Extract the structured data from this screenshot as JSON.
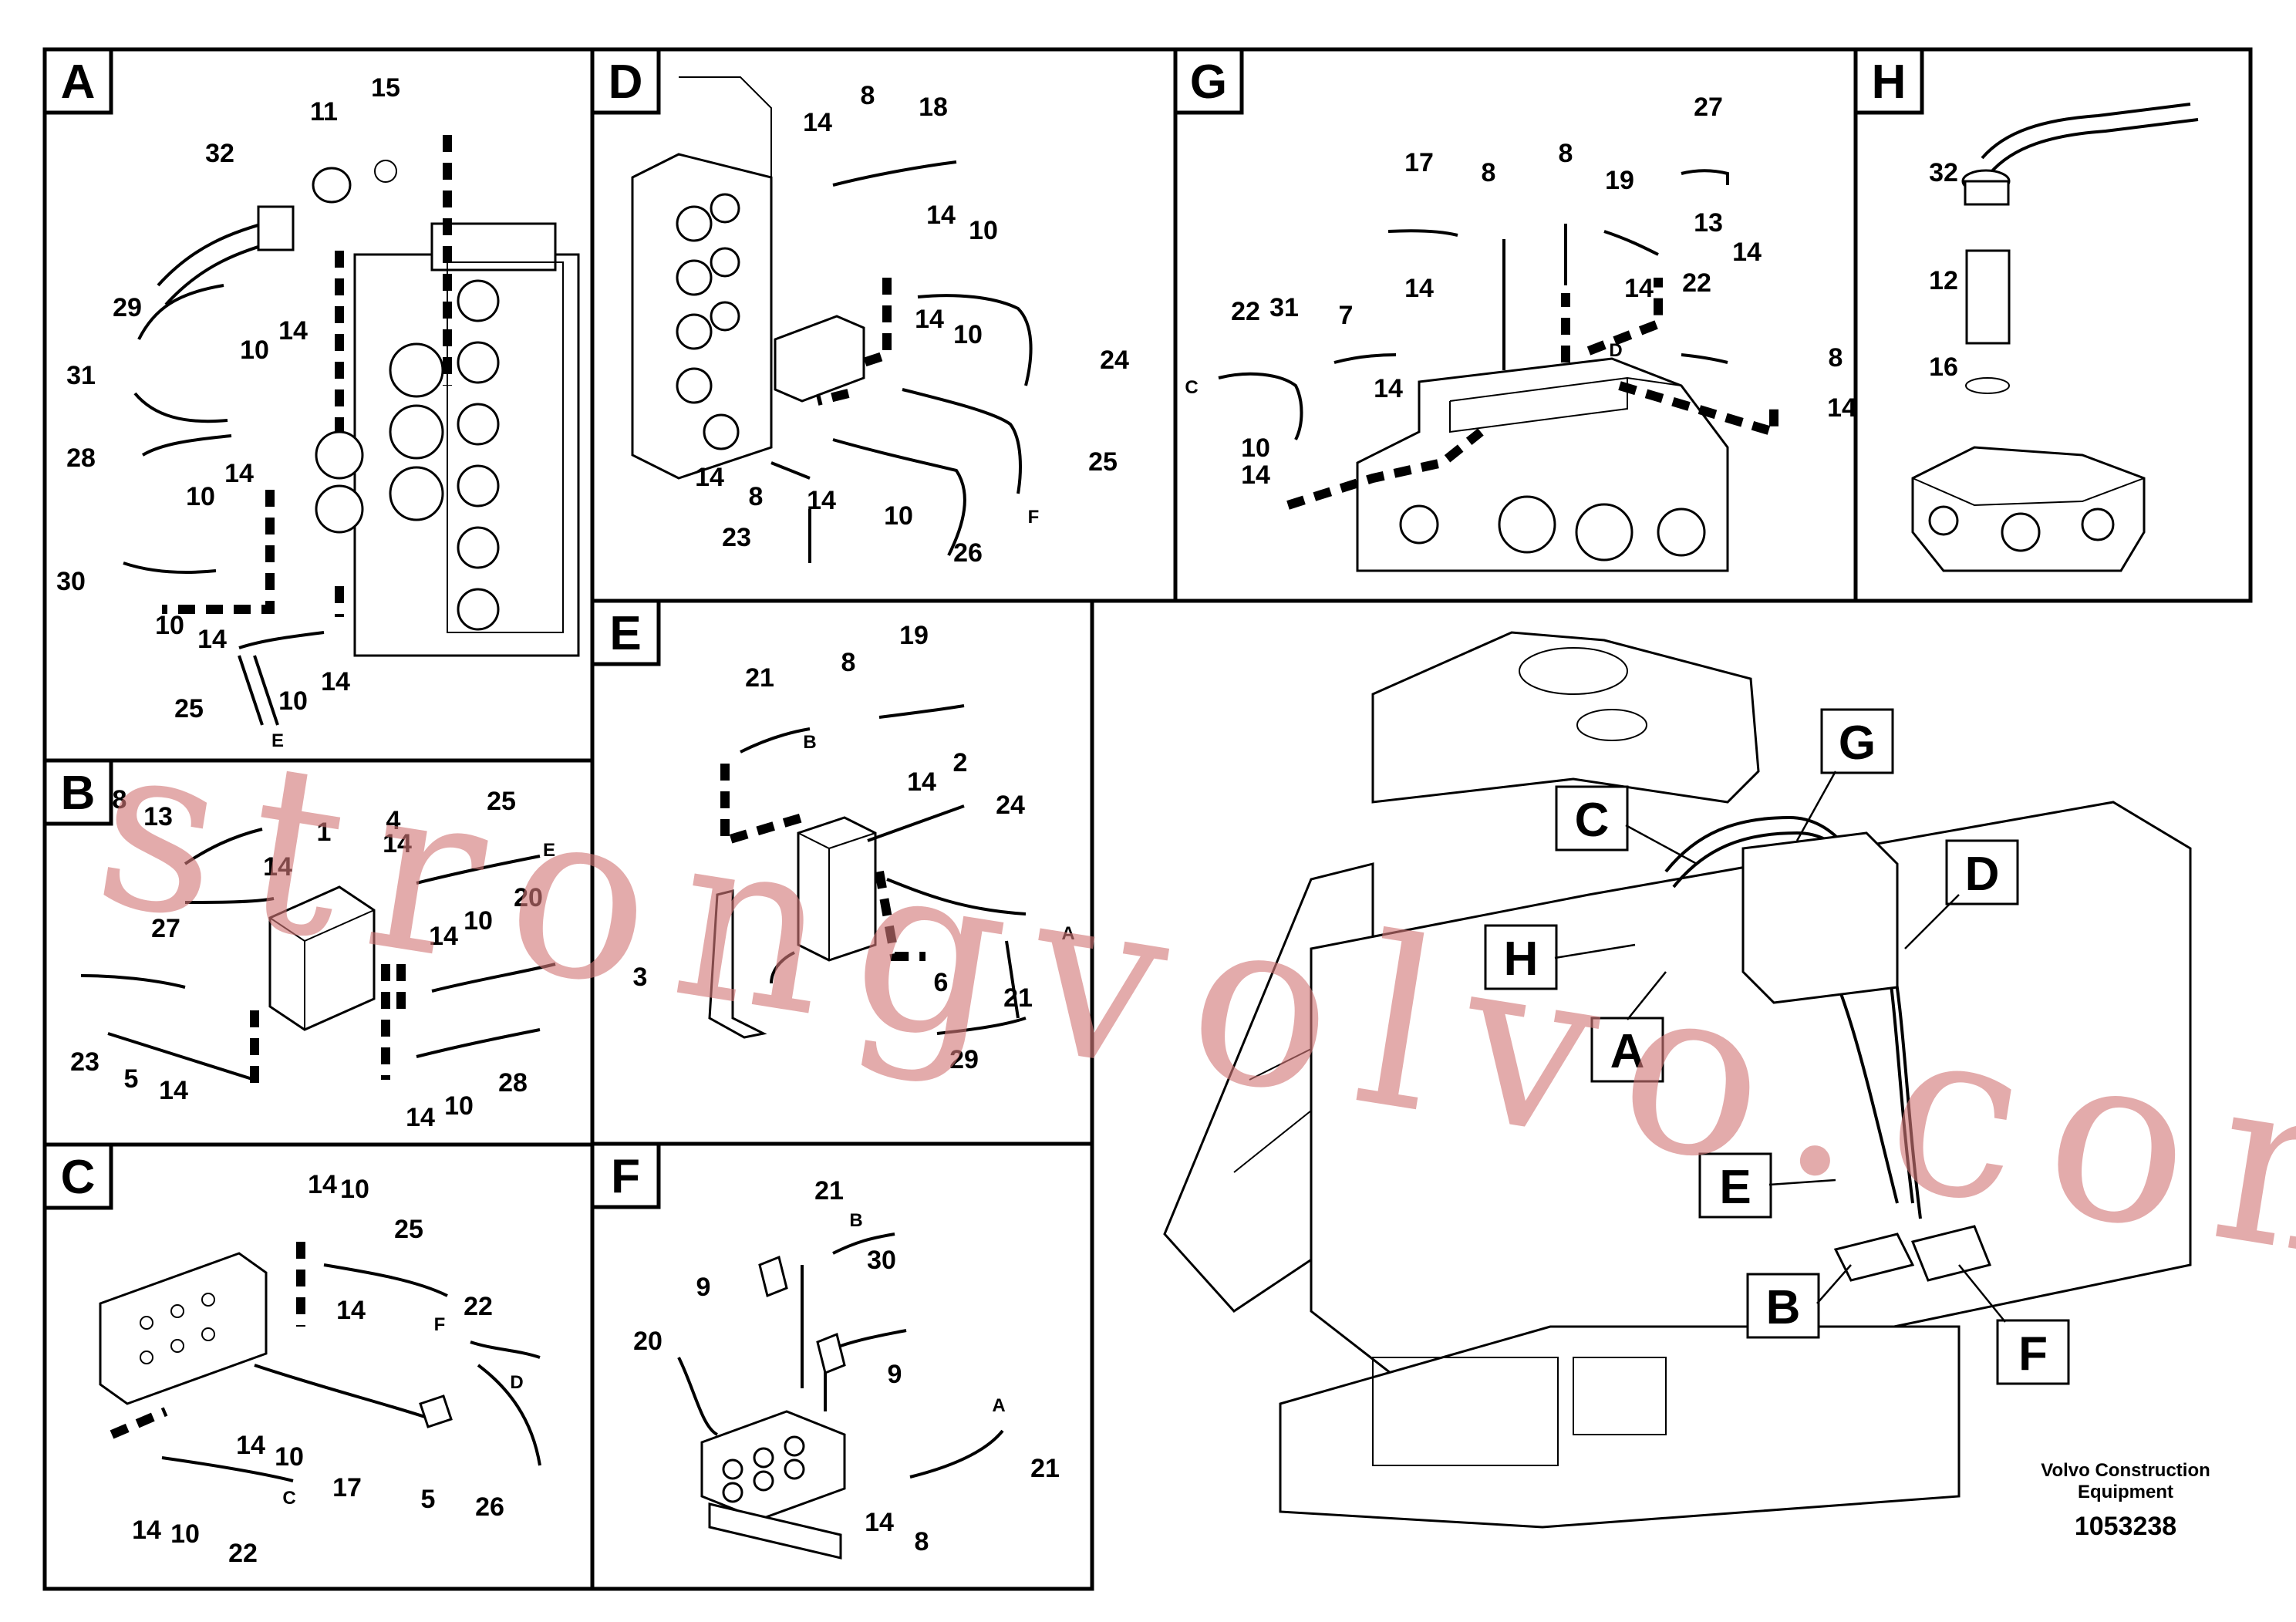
{
  "panels": [
    {
      "letter": "A",
      "callouts": [
        "32",
        "11",
        "15",
        "29",
        "10",
        "14",
        "31",
        "28",
        "10",
        "14",
        "30",
        "10",
        "14",
        "25",
        "10",
        "14"
      ],
      "notes": [
        "E"
      ]
    },
    {
      "letter": "B",
      "callouts": [
        "8",
        "13",
        "14",
        "1",
        "4",
        "14",
        "25",
        "27",
        "14",
        "10",
        "20",
        "23",
        "5",
        "14",
        "14",
        "10",
        "28"
      ],
      "notes": [
        "E"
      ]
    },
    {
      "letter": "C",
      "callouts": [
        "14",
        "10",
        "25",
        "22",
        "14",
        "14",
        "10",
        "17",
        "5",
        "26",
        "14",
        "10",
        "22"
      ],
      "notes": [
        "F",
        "D",
        "C"
      ]
    },
    {
      "letter": "D",
      "callouts": [
        "14",
        "8",
        "18",
        "14",
        "10",
        "14",
        "10",
        "24",
        "25",
        "14",
        "8",
        "14",
        "10",
        "23",
        "26"
      ],
      "notes": [
        "F"
      ]
    },
    {
      "letter": "E",
      "callouts": [
        "21",
        "8",
        "19",
        "14",
        "2",
        "24",
        "3",
        "6",
        "21",
        "29"
      ],
      "notes": [
        "B",
        "A"
      ]
    },
    {
      "letter": "F",
      "callouts": [
        "21",
        "9",
        "30",
        "20",
        "9",
        "21",
        "14",
        "8"
      ],
      "notes": [
        "B",
        "A"
      ]
    },
    {
      "letter": "G",
      "callouts": [
        "27",
        "17",
        "8",
        "8",
        "19",
        "13",
        "14",
        "14",
        "14",
        "22",
        "31",
        "7",
        "22",
        "14",
        "8",
        "10",
        "14",
        "14"
      ],
      "notes": [
        "C",
        "D"
      ]
    },
    {
      "letter": "H",
      "callouts": [
        "32",
        "12",
        "16"
      ],
      "notes": []
    }
  ],
  "overview": {
    "callouts": [
      "G",
      "C",
      "D",
      "H",
      "A",
      "E",
      "B",
      "F"
    ]
  },
  "credit": {
    "maker": "Volvo Construction",
    "maker2": "Equipment",
    "drawing_number": "1053238"
  },
  "watermark": "strongvolvo.com"
}
